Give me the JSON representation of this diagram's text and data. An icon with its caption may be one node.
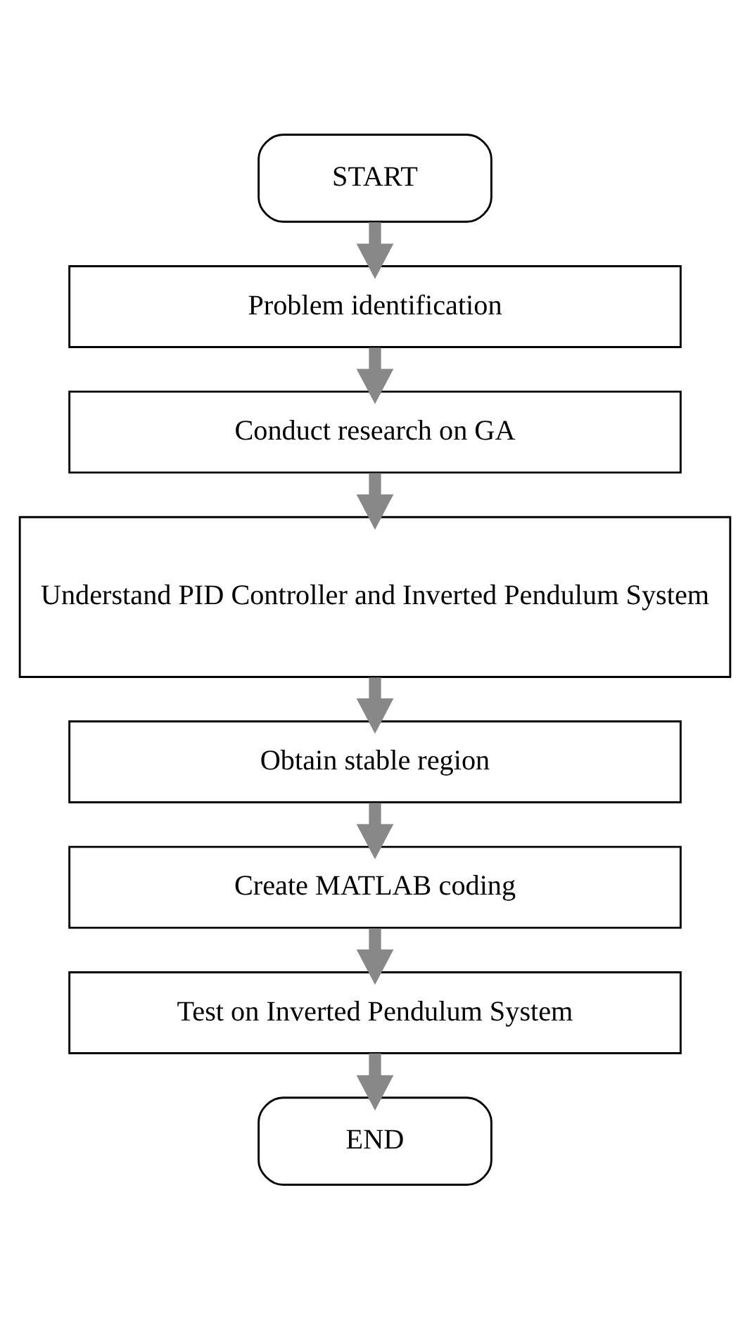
{
  "diagram": {
    "nodes": [
      {
        "text": [
          "START"
        ]
      },
      {
        "text": [
          "Problem identification"
        ]
      },
      {
        "text": [
          "Conduct research on GA"
        ]
      },
      {
        "text": [
          "Understand PID Controller and Inverted Pendulum System"
        ]
      },
      {
        "text": [
          "Obtain stable region"
        ]
      },
      {
        "text": [
          "Create MATLAB coding"
        ]
      },
      {
        "text": [
          "Test on Inverted Pendulum System"
        ]
      },
      {
        "text": [
          "END"
        ]
      }
    ],
    "edges": [
      {
        "from": 0,
        "to": 1,
        "arrow": "to"
      },
      {
        "from": 1,
        "to": 2,
        "arrow": "to"
      },
      {
        "from": 2,
        "to": 3,
        "arrow": "to"
      },
      {
        "from": 3,
        "to": 4,
        "arrow": "to"
      },
      {
        "from": 4,
        "to": 5,
        "arrow": "to"
      },
      {
        "from": 5,
        "to": 6,
        "arrow": "to"
      },
      {
        "from": 6,
        "to": 7,
        "arrow": "to"
      }
    ]
  }
}
